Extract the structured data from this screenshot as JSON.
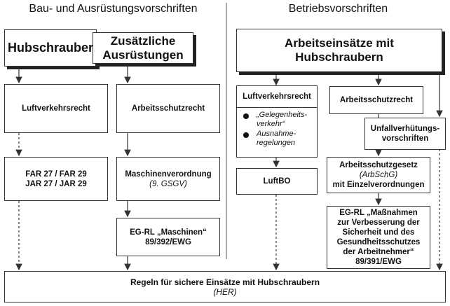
{
  "headers": {
    "left": "Bau- und Ausrüstungsvorschriften",
    "right": "Betriebsvorschriften"
  },
  "boxes": {
    "hubschrauber": "Hubschrauber",
    "zusaetzliche_line1": "Zusätzliche",
    "zusaetzliche_line2": "Ausrüstungen",
    "arbeitseinsaetze_line1": "Arbeitseinsätze mit",
    "arbeitseinsaetze_line2": "Hubschraubern",
    "luftverkehrsrecht_left": "Luftverkehrsrecht",
    "arbeitsschutzrecht_left": "Arbeitsschutzrecht",
    "luftverkehrsrecht_right": "Luftverkehrsrecht",
    "arbeitsschutzrecht_right": "Arbeitsschutzrecht",
    "unfall_line1": "Unfallverhütungs-",
    "unfall_line2": "vorschriften",
    "far_line1": "FAR 27 / FAR 29",
    "far_line2": "JAR 27 / JAR 29",
    "maschinen_line1": "Maschinenverordnung",
    "maschinen_line2": "(9. GSGV)",
    "luftbo": "LuftBO",
    "arbschg_line1": "Arbeitsschutzgesetz",
    "arbschg_line2": "(ArbSchG)",
    "arbschg_line3": "mit Einzelverordnungen",
    "egrl_maschinen_line1": "EG-RL „Maschinen“",
    "egrl_maschinen_line2": "89/392/EWG",
    "egrl_mass_line1": "EG-RL „Maßnahmen",
    "egrl_mass_line2": "zur Verbesserung der",
    "egrl_mass_line3": "Sicherheit und des",
    "egrl_mass_line4": "Gesundheitsschutzes",
    "egrl_mass_line5": "der Arbeitnehmer“",
    "egrl_mass_line6": "89/391/EWG",
    "regeln_line1": "Regeln für sichere Einsätze mit Hubschraubern",
    "regeln_line2": "(HER)"
  },
  "bullets": {
    "item1_line1": "„Gelegenheits-",
    "item1_line2": "verkehr“",
    "item2_line1": "Ausnahme-",
    "item2_line2": "regelungen"
  }
}
